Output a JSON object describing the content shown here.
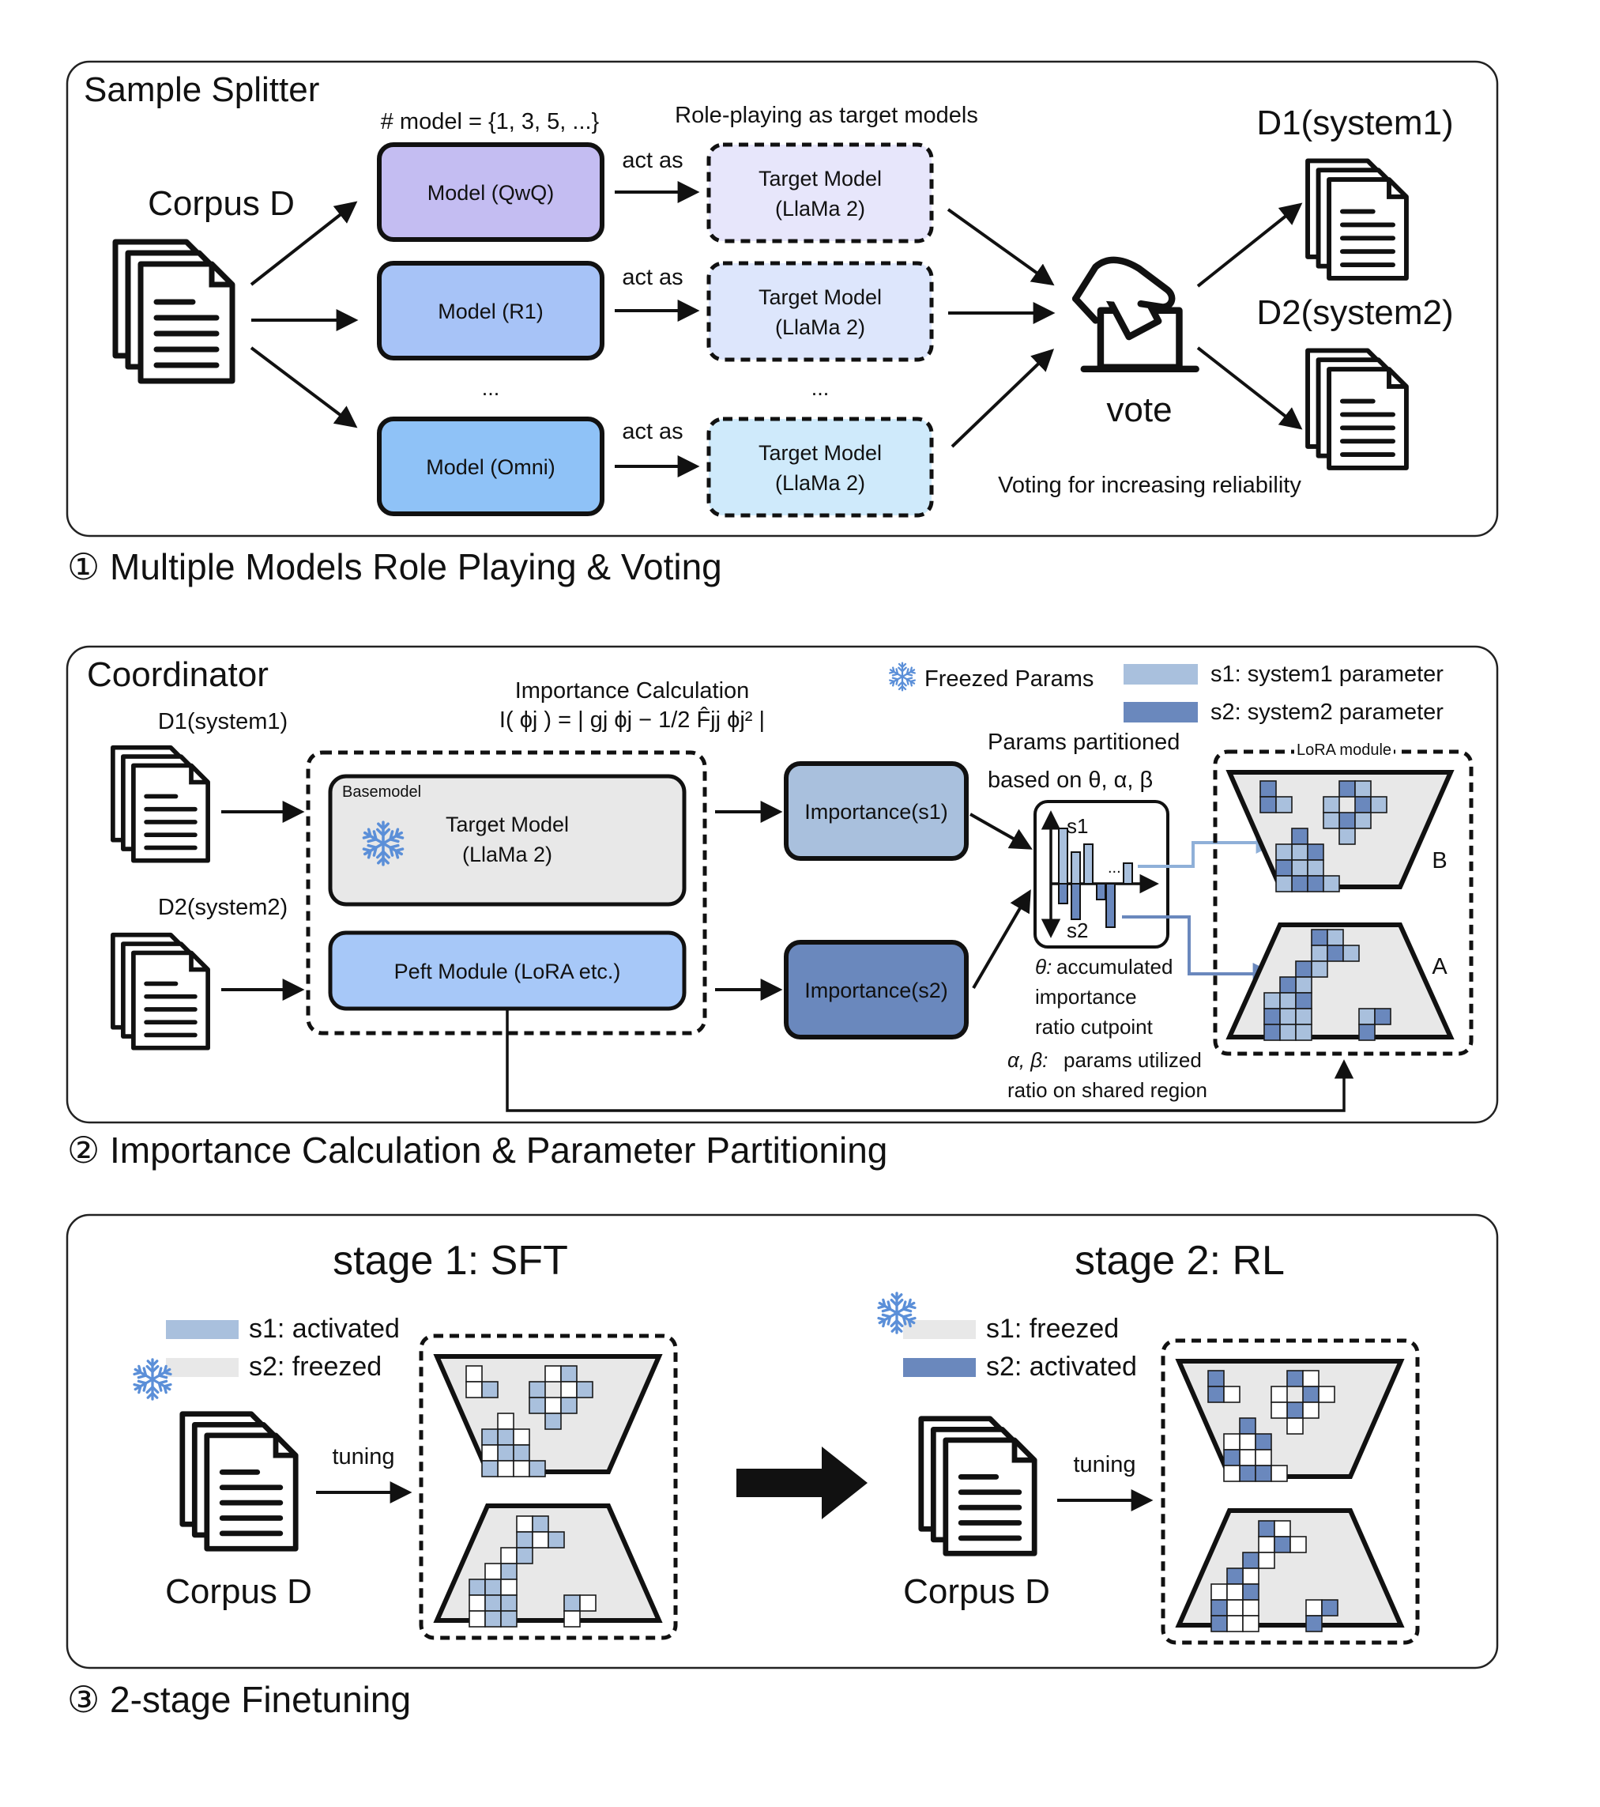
{
  "panel1": {
    "title": "Sample Splitter",
    "section_label": "① Multiple Models Role Playing & Voting",
    "corpus_label": "Corpus D",
    "model_count_label": "# model = {1, 3, 5, ...}",
    "roleplay_label": "Role-playing as target models",
    "models": [
      "Model (QwQ)",
      "Model (R1)",
      "Model (Omni)"
    ],
    "act_as": "act as",
    "ellipsis": "...",
    "target_line1": "Target Model",
    "target_line2": "(LlaMa 2)",
    "vote_label": "vote",
    "voting_note": "Voting for increasing reliability",
    "d1_label": "D1(system1)",
    "d2_label": "D2(system2)"
  },
  "panel2": {
    "title": "Coordinator",
    "section_label": "② Importance Calculation & Parameter Partitioning",
    "d1_label": "D1(system1)",
    "d2_label": "D2(system2)",
    "importance_title": "Importance Calculation",
    "formula": "I( ϕj ) = | gj ϕj − 1/2 F̂jj ϕj² |",
    "basemodel_label": "Basemodel",
    "target_line1": "Target Model",
    "target_line2": "(LlaMa 2)",
    "peft_label": "Peft Module (LoRA etc.)",
    "importance_s1": "Importance(s1)",
    "importance_s2": "Importance(s2)",
    "partition_line1": "Params partitioned",
    "partition_line2": "based on θ, α, β",
    "s1_axis": "s1",
    "s2_axis": "s2",
    "bar_ellipsis": "...",
    "theta_key": "θ:",
    "theta_desc1": "accumulated",
    "theta_desc2": "importance",
    "theta_desc3": "ratio cutpoint",
    "ab_key": "α, β:",
    "ab_desc1": "params utilized",
    "ab_desc2": "ratio on shared region",
    "legend_freezed": "Freezed Params",
    "legend_s1": "s1: system1 parameter",
    "legend_s2": "s2: system2 parameter",
    "lora_label": "LoRA module",
    "b_label": "B",
    "a_label": "A"
  },
  "panel3": {
    "section_label": "③ 2-stage Finetuning",
    "stage1_title": "stage 1: SFT",
    "stage2_title": "stage 2: RL",
    "stage1_s1": "s1: activated",
    "stage1_s2": "s2: freezed",
    "stage2_s1": "s1: freezed",
    "stage2_s2": "s2: activated",
    "tuning": "tuning",
    "corpus_label": "Corpus D"
  },
  "colors": {
    "qwq": "#c4bdf2",
    "r1": "#a7c3f7",
    "omni": "#8fc2f7",
    "target1": "#e7e6fb",
    "target2": "#dde6fc",
    "target3": "#cfeafb",
    "s1": "#a9c0dd",
    "s2": "#6a88bd",
    "peft": "#a7c8f8",
    "gray_fill": "#e8e8e8",
    "snow": "#5b8fd8"
  }
}
